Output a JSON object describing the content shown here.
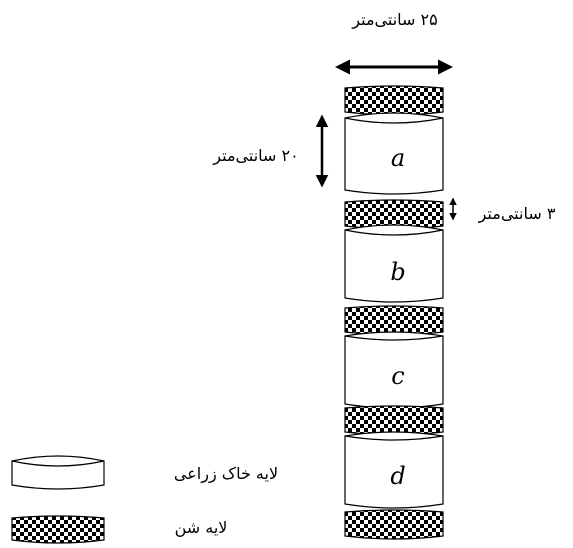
{
  "labels": {
    "width": "۲۵ سانتی‌متر",
    "soil_height": "۲۰ سانتی‌متر",
    "gravel_height": "۳ سانتی‌متر"
  },
  "layers": {
    "soil_letters": [
      "a",
      "b",
      "c",
      "d"
    ]
  },
  "legend": {
    "soil_label": "لایه خاک زراعی",
    "gravel_label": "لایه شن"
  },
  "colors": {
    "line": "#000000",
    "checker_dark": "#000000",
    "checker_light": "#ffffff"
  }
}
